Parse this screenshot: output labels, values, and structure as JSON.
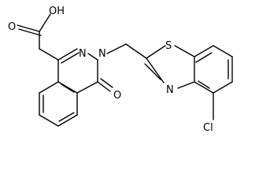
{
  "molecule": {
    "labels": {
      "hydroxyl": "OH",
      "carbonyl_oxygen_acid": "O",
      "ring_n2": "N",
      "ring_n3": "N",
      "ring_carbonyl_oxygen": "O",
      "thiazole_sulfur": "S",
      "thiazole_nitrogen": "N",
      "chlorine": "Cl"
    }
  }
}
